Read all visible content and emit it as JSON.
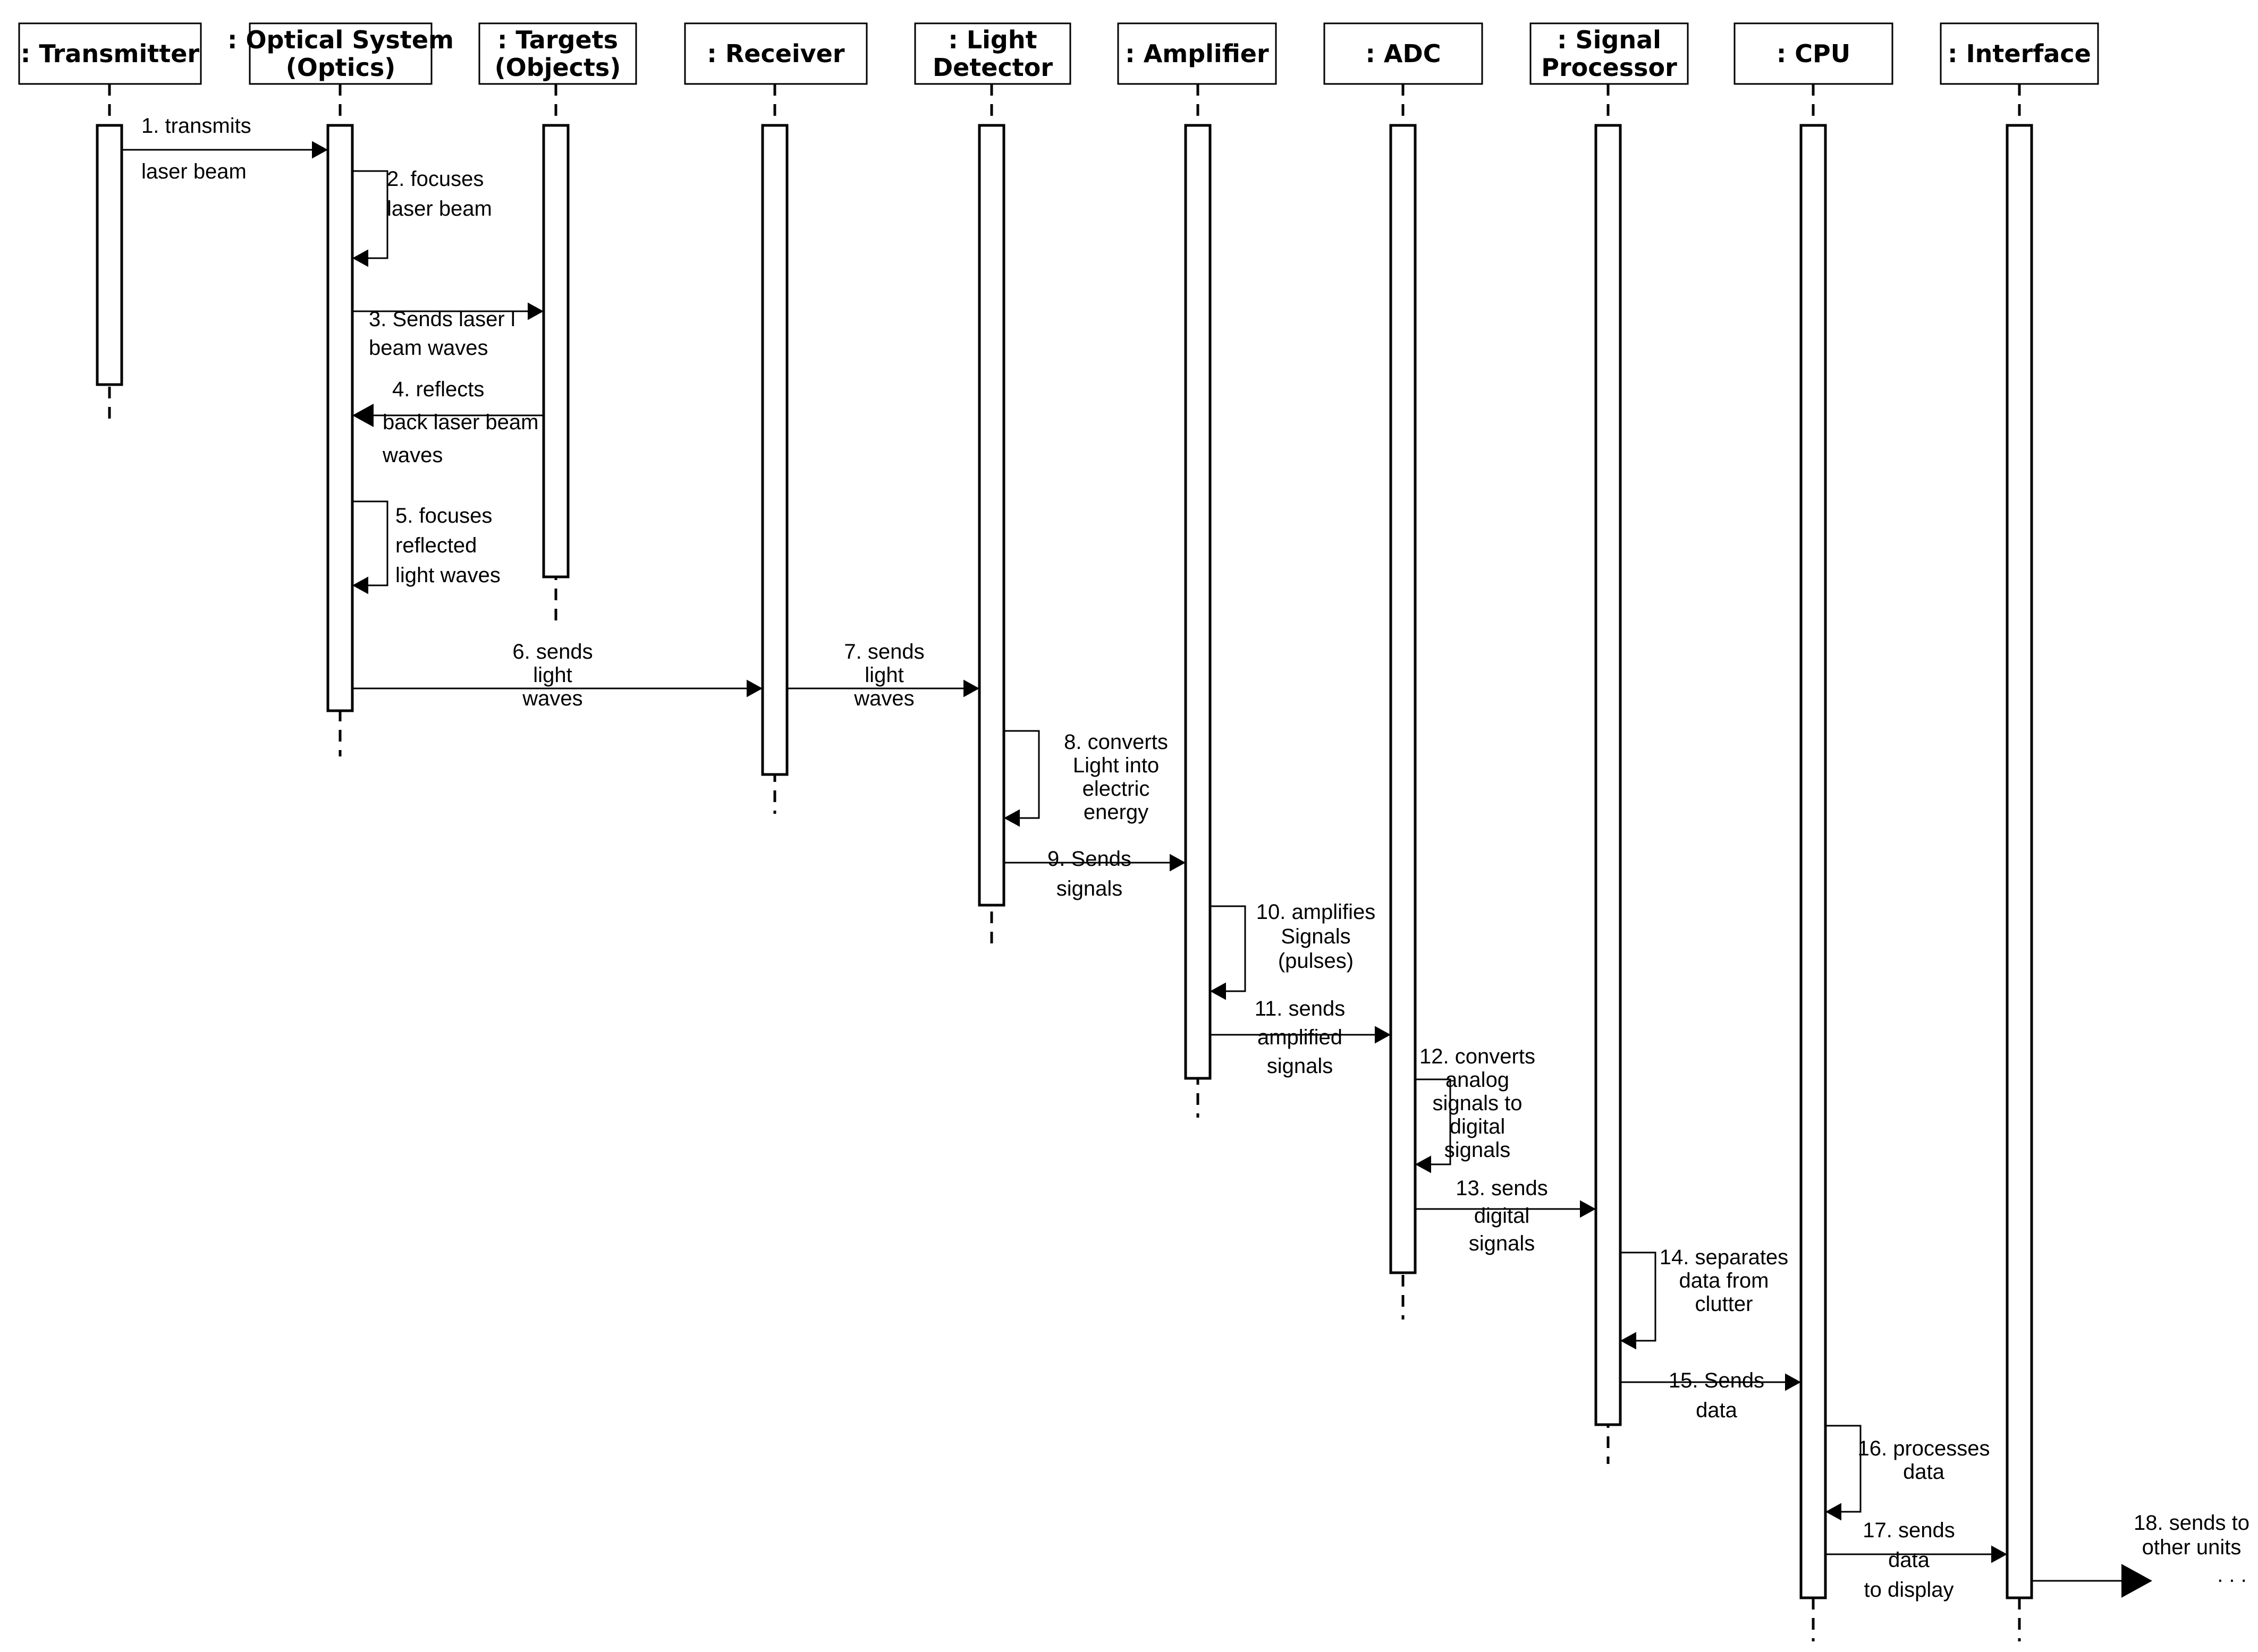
{
  "participants": [
    {
      "id": "transmitter",
      "label": [
        ": Transmitter"
      ]
    },
    {
      "id": "optics",
      "label": [
        ": Optical System",
        "(Optics)"
      ]
    },
    {
      "id": "targets",
      "label": [
        ": Targets",
        "(Objects)"
      ]
    },
    {
      "id": "receiver",
      "label": [
        ": Receiver"
      ]
    },
    {
      "id": "detector",
      "label": [
        ": Light",
        "Detector"
      ]
    },
    {
      "id": "amplifier",
      "label": [
        ": Amplifier"
      ]
    },
    {
      "id": "adc",
      "label": [
        ": ADC"
      ]
    },
    {
      "id": "processor",
      "label": [
        ": Signal",
        "Processor"
      ]
    },
    {
      "id": "cpu",
      "label": [
        ": CPU"
      ]
    },
    {
      "id": "interface",
      "label": [
        ": Interface"
      ]
    }
  ],
  "messages": [
    {
      "n": 1,
      "from": "transmitter",
      "to": "optics",
      "label": [
        "1. transmits",
        "laser beam"
      ]
    },
    {
      "n": 2,
      "from": "optics",
      "to": "optics",
      "label": [
        "2. focuses",
        "laser beam"
      ]
    },
    {
      "n": 3,
      "from": "optics",
      "to": "targets",
      "label": [
        "3. Sends laser l",
        "beam waves"
      ]
    },
    {
      "n": 4,
      "from": "targets",
      "to": "optics",
      "label": [
        "4. reflects",
        "back laser beam",
        "waves"
      ]
    },
    {
      "n": 5,
      "from": "optics",
      "to": "optics",
      "label": [
        "5. focuses",
        "reflected",
        "light waves"
      ]
    },
    {
      "n": 6,
      "from": "optics",
      "to": "receiver",
      "label": [
        "6. sends",
        "light",
        "waves"
      ]
    },
    {
      "n": 7,
      "from": "receiver",
      "to": "detector",
      "label": [
        "7. sends",
        "light",
        "waves"
      ]
    },
    {
      "n": 8,
      "from": "detector",
      "to": "detector",
      "label": [
        "8. converts",
        "Light into",
        "electric",
        "energy"
      ]
    },
    {
      "n": 9,
      "from": "detector",
      "to": "amplifier",
      "label": [
        "9. Sends",
        "signals"
      ]
    },
    {
      "n": 10,
      "from": "amplifier",
      "to": "amplifier",
      "label": [
        "10. amplifies",
        "Signals",
        "(pulses)"
      ]
    },
    {
      "n": 11,
      "from": "amplifier",
      "to": "adc",
      "label": [
        "11. sends",
        "amplified",
        "signals"
      ]
    },
    {
      "n": 12,
      "from": "adc",
      "to": "adc",
      "label": [
        "12. converts",
        "analog",
        "signals to",
        "digital",
        "signals"
      ]
    },
    {
      "n": 13,
      "from": "adc",
      "to": "processor",
      "label": [
        "13. sends",
        "digital",
        "signals"
      ]
    },
    {
      "n": 14,
      "from": "processor",
      "to": "processor",
      "label": [
        "14. separates",
        "data from",
        "clutter"
      ]
    },
    {
      "n": 15,
      "from": "processor",
      "to": "cpu",
      "label": [
        "15. Sends",
        "data"
      ]
    },
    {
      "n": 16,
      "from": "cpu",
      "to": "cpu",
      "label": [
        "16. processes",
        "data"
      ]
    },
    {
      "n": 17,
      "from": "cpu",
      "to": "interface",
      "label": [
        "17. sends",
        "data",
        "to display"
      ]
    },
    {
      "n": 18,
      "from": "interface",
      "to": "external",
      "label": [
        "18. sends to",
        "other units"
      ]
    }
  ],
  "continuation": ". . ."
}
